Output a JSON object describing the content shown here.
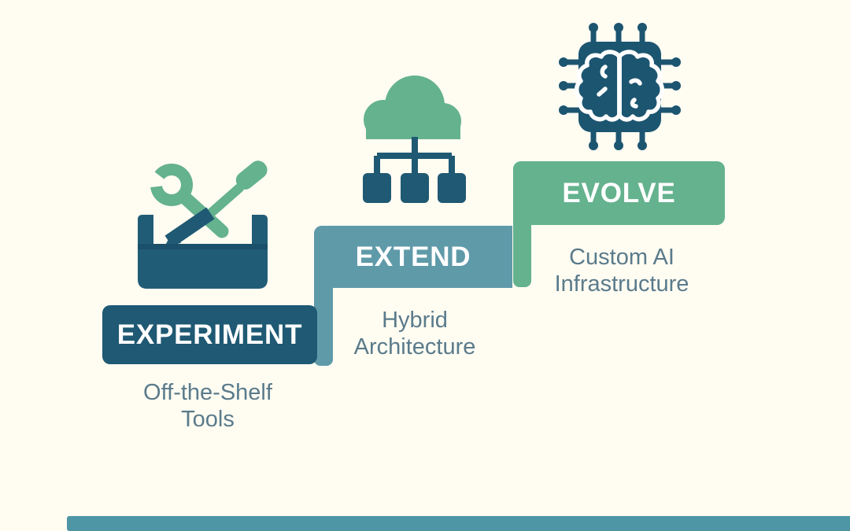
{
  "diagram": {
    "title_implied": "AI adoption staircase",
    "steps": [
      {
        "label": "EXPERIMENT",
        "sublabel": "Off-the-Shelf\nTools",
        "icon": "toolbox-wrench-screwdriver-icon",
        "color": "#1F5973"
      },
      {
        "label": "EXTEND",
        "sublabel": "Hybrid\nArchitecture",
        "icon": "cloud-network-icon",
        "color": "#5F9AA9"
      },
      {
        "label": "EVOLVE",
        "sublabel": "Custom AI\nInfrastructure",
        "icon": "ai-chip-brain-icon",
        "color": "#64B28E"
      }
    ],
    "colors": {
      "background": "#FFFCF2",
      "dark_navy": "#1F5973",
      "chip_navy": "#1C5570",
      "teal": "#5F9AA9",
      "green": "#64B28E",
      "sublabel_text": "#5A7B8B",
      "label_text": "#FFFFFF",
      "bottom_bar": "#4E96A6"
    }
  }
}
